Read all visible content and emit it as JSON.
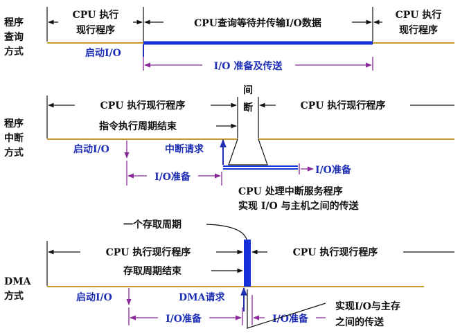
{
  "sections": {
    "query": {
      "side_label": [
        "程序",
        "查询",
        "方式"
      ],
      "cpu_exec_1": [
        "CPU 执行",
        "现行程序"
      ],
      "wait_transfer": "CPU查询等待并传输I/O数据",
      "cpu_exec_2": [
        "CPU 执行",
        "现行程序"
      ],
      "start_io": "启动I/O",
      "prepare_transfer": "I/O 准备及传送"
    },
    "interrupt": {
      "side_label": [
        "程序",
        "中断",
        "方式"
      ],
      "cpu_exec_1": "CPU  执行现行程序",
      "instr_cycle_end": "指令执行周期结束",
      "gap_label": [
        "间",
        "断"
      ],
      "cpu_exec_2": "CPU  执行现行程序",
      "start_io": "启动I/O",
      "interrupt_request": "中断请求",
      "io_prepare_1": "I/O准备",
      "io_prepare_2": "I/O准备",
      "service": [
        "CPU 处理中断服务程序",
        "实现 I/O 与主机之间的传送"
      ]
    },
    "dma": {
      "side_label": [
        "DMA",
        "方式"
      ],
      "access_cycle": "一个存取周期",
      "cpu_exec_1": "CPU  执行现行程序",
      "access_cycle_end": "存取周期结束",
      "cpu_exec_2": "CPU  执行现行程序",
      "start_io": "启动I/O",
      "dma_request": "DMA请求",
      "io_prepare_1": "I/O准备",
      "io_prepare_2": "I/O准备",
      "transfer": [
        "实现I/O与主存",
        "之间的传送"
      ]
    }
  },
  "colors": {
    "timeline": "#c89a2a",
    "busy": "#1531d9",
    "blue_text": "#1f2fb5",
    "purple_line": "#8a2a9a"
  }
}
